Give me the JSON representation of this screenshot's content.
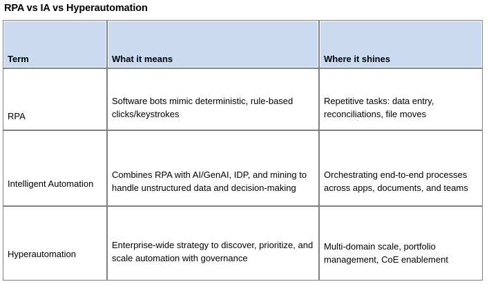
{
  "slide": {
    "title": "RPA vs IA vs Hyperautomation"
  },
  "colors": {
    "header_fill": "#c9daf1",
    "border": "#7f7f7f",
    "text": "#000000",
    "background": "#ffffff"
  },
  "table": {
    "columns": [
      {
        "key": "term",
        "header": "Term"
      },
      {
        "key": "means",
        "header": "What it means"
      },
      {
        "key": "shine",
        "header": "Where it shines"
      }
    ],
    "rows": [
      {
        "term": "RPA",
        "means": "Software bots mimic deterministic, rule-based clicks/keystrokes",
        "shine": "Repetitive tasks: data entry, reconciliations, file moves"
      },
      {
        "term": "Intelligent Automation",
        "means": "Combines RPA with AI/GenAI, IDP, and mining to handle unstructured data and decision-making",
        "shine": "Orchestrating end-to-end processes across apps, documents, and teams"
      },
      {
        "term": "Hyperautomation",
        "means": "Enterprise-wide strategy to discover, prioritize, and scale automation with governance",
        "shine": "Multi-domain scale, portfolio management, CoE enablement"
      }
    ]
  }
}
